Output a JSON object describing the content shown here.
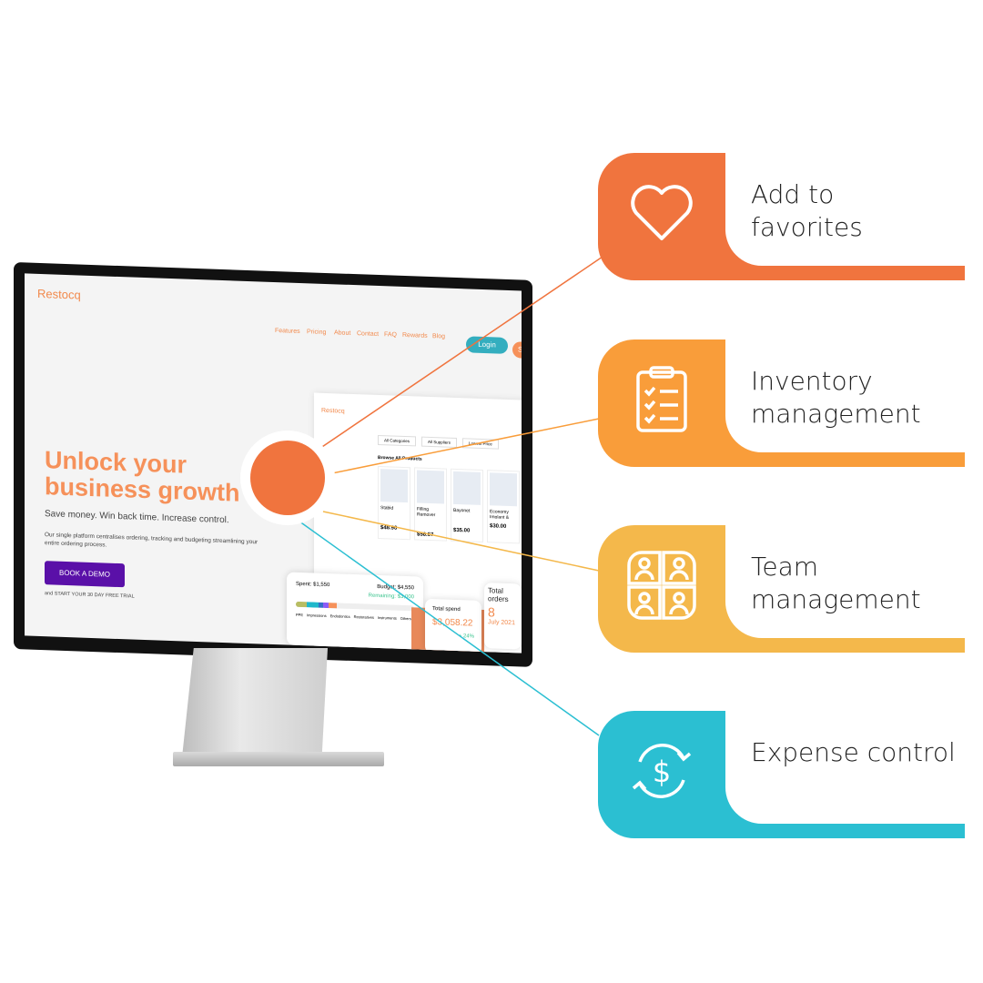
{
  "website": {
    "logo": "Restocq",
    "nav": [
      "Features",
      "Pricing",
      "About",
      "Contact",
      "FAQ",
      "Rewards",
      "Blog"
    ],
    "login": "Login",
    "signup": "Sign",
    "headline": "Unlock your business growth",
    "subheadline": "Save money. Win back time. Increase control.",
    "description": "Our single platform centralises ordering, tracking and budgeting streamlining your entire ordering process.",
    "cta": "BOOK A DEMO",
    "trial": "and START YOUR 30 DAY FREE TRIAL"
  },
  "app": {
    "logo": "Restocq",
    "browse": "Browse All Products",
    "filters": [
      "All Categories",
      "All Suppliers",
      "Lowest Price"
    ],
    "products": [
      {
        "name": "Stabid",
        "price": "$48.90"
      },
      {
        "name": "Filling Remover",
        "price": "$56.67"
      },
      {
        "name": "Bayonet",
        "price": "$35.00"
      },
      {
        "name": "Economy Implant & Oral Surgery Procedure Pack",
        "price": "$30.00"
      }
    ],
    "spend": {
      "spent": "Spent: $1,550",
      "budget": "Budget: $4,550",
      "remaining": "Remaining: $3,000",
      "legend": [
        "PPE",
        "Impressions",
        "Endodontics",
        "Restoratives",
        "Instruments",
        "Others"
      ]
    },
    "total_spend": {
      "label": "Total spend",
      "value": "$3,058.22",
      "change": "+ 24%"
    },
    "total_orders": {
      "label": "Total orders",
      "value": "8",
      "date": "July 2021"
    }
  },
  "features": [
    {
      "label": "Add to favorites",
      "color": "#F0743E",
      "icon": "heart-icon"
    },
    {
      "label": "Inventory management",
      "color": "#F99D3A",
      "icon": "clipboard-checklist-icon"
    },
    {
      "label": "Team management",
      "color": "#F4B84B",
      "icon": "team-icon"
    },
    {
      "label": "Expense control",
      "color": "#2BBFD2",
      "icon": "dollar-cycle-icon"
    }
  ]
}
